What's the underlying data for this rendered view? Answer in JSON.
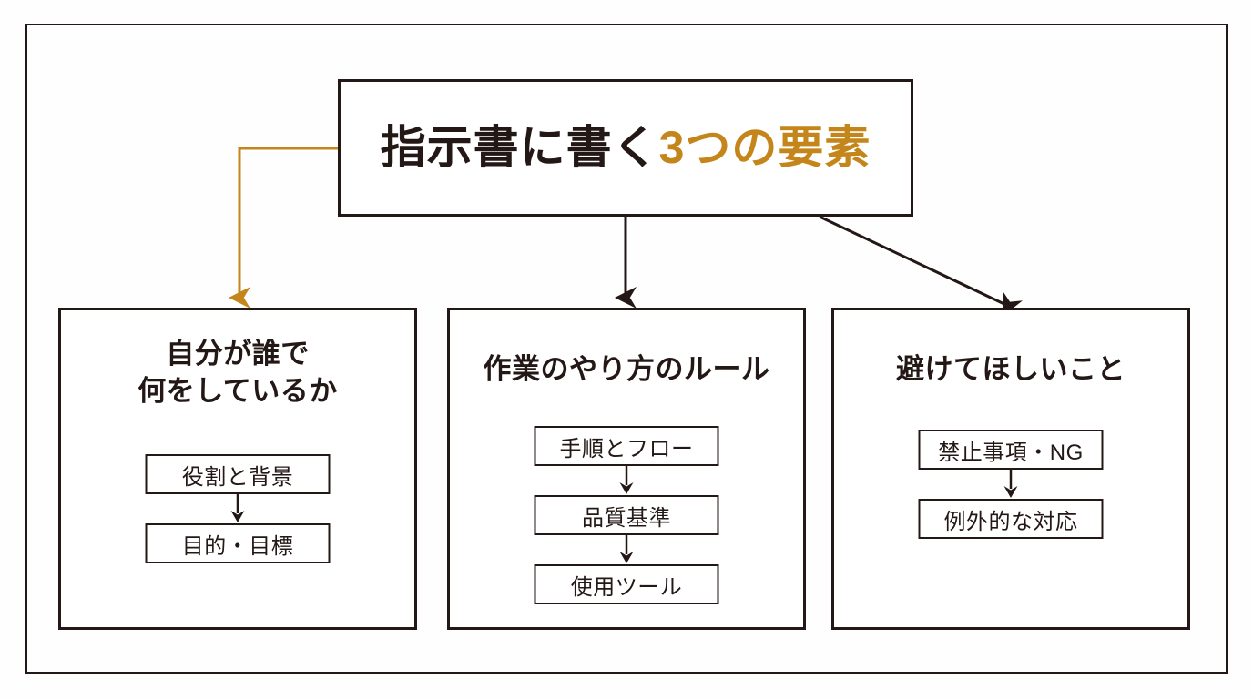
{
  "diagram": {
    "title_box": {
      "text_plain": "指示書に書く3つの要素",
      "text_black": "指示書に書く",
      "text_accent": "3つの要素",
      "accent_color": "#C4851B"
    },
    "columns": [
      {
        "heading": "自分が誰で\n何をしているか",
        "steps": [
          "役割と背景",
          "目的・目標"
        ],
        "connector": {
          "kind": "elbow",
          "color": "#C4851B",
          "from": "title-box-left",
          "to": "column-0-top"
        }
      },
      {
        "heading": "作業のやり方のルール",
        "steps": [
          "手順とフロー",
          "品質基準",
          "使用ツール"
        ],
        "connector": {
          "kind": "straight-down",
          "color": "#231815",
          "from": "title-box-bottom",
          "to": "column-1-top"
        }
      },
      {
        "heading": "避けてほしいこと",
        "steps": [
          "禁止事項・NG",
          "例外的な対応"
        ],
        "connector": {
          "kind": "diagonal",
          "color": "#231815",
          "from": "title-box-bottom-right",
          "to": "column-2-top"
        }
      }
    ],
    "colors": {
      "ink": "#231815",
      "accent": "#C4851B",
      "background": "#fefefe"
    }
  }
}
